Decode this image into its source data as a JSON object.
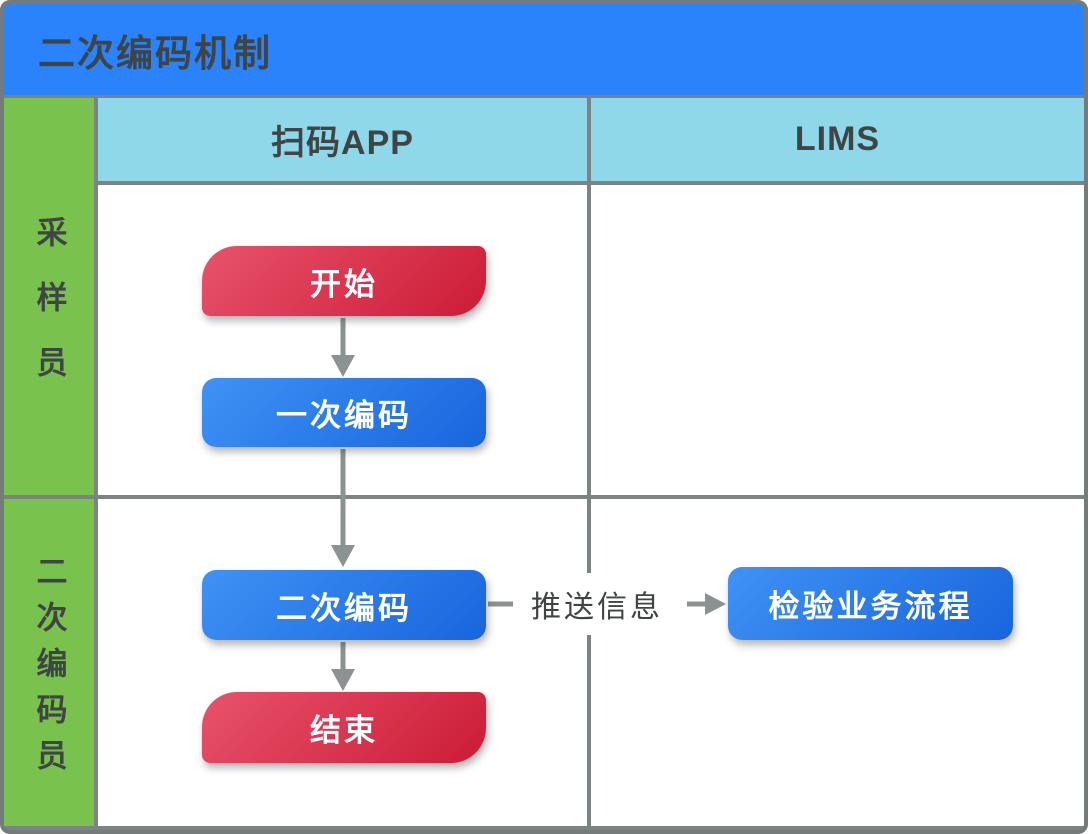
{
  "title": "二次编码机制",
  "lanes": {
    "columns": [
      {
        "id": "scan-app",
        "label": "扫码APP"
      },
      {
        "id": "lims",
        "label": "LIMS"
      }
    ],
    "rows": [
      {
        "id": "sampler",
        "label": "采样员"
      },
      {
        "id": "secondary-coder",
        "label": "二次编码员"
      }
    ]
  },
  "flow": {
    "nodes": [
      {
        "id": "start",
        "label": "开始",
        "type": "terminator",
        "lane_column": "扫码APP",
        "lane_row": "采样员"
      },
      {
        "id": "primary-encoding",
        "label": "一次编码",
        "type": "process",
        "lane_column": "扫码APP",
        "lane_row": "采样员"
      },
      {
        "id": "secondary-encoding",
        "label": "二次编码",
        "type": "process",
        "lane_column": "扫码APP",
        "lane_row": "二次编码员"
      },
      {
        "id": "end",
        "label": "结束",
        "type": "terminator",
        "lane_column": "扫码APP",
        "lane_row": "二次编码员"
      },
      {
        "id": "inspection-process",
        "label": "检验业务流程",
        "type": "process",
        "lane_column": "LIMS",
        "lane_row": "二次编码员"
      }
    ],
    "edges": [
      {
        "from": "start",
        "to": "primary-encoding"
      },
      {
        "from": "primary-encoding",
        "to": "secondary-encoding"
      },
      {
        "from": "secondary-encoding",
        "to": "end"
      },
      {
        "from": "secondary-encoding",
        "to": "inspection-process",
        "label": "推送信息"
      }
    ],
    "connector_label": "推送信息"
  },
  "colors": {
    "title_bar_blue": "#2a83fa",
    "header_light_blue": "#8ed8ea",
    "lane_green": "#7ac24e",
    "grid_line_gray": "#7d8282",
    "frame_gray": "#757a7a",
    "dark_text": "#3f4444",
    "arrow_gray": "#8c9191",
    "node_text_white": "#ffffff",
    "red_grad_start": "#e8536b",
    "red_grad_end": "#cc1b36",
    "blue_grad_start": "#3f92f5",
    "blue_grad_end": "#1865dd"
  }
}
